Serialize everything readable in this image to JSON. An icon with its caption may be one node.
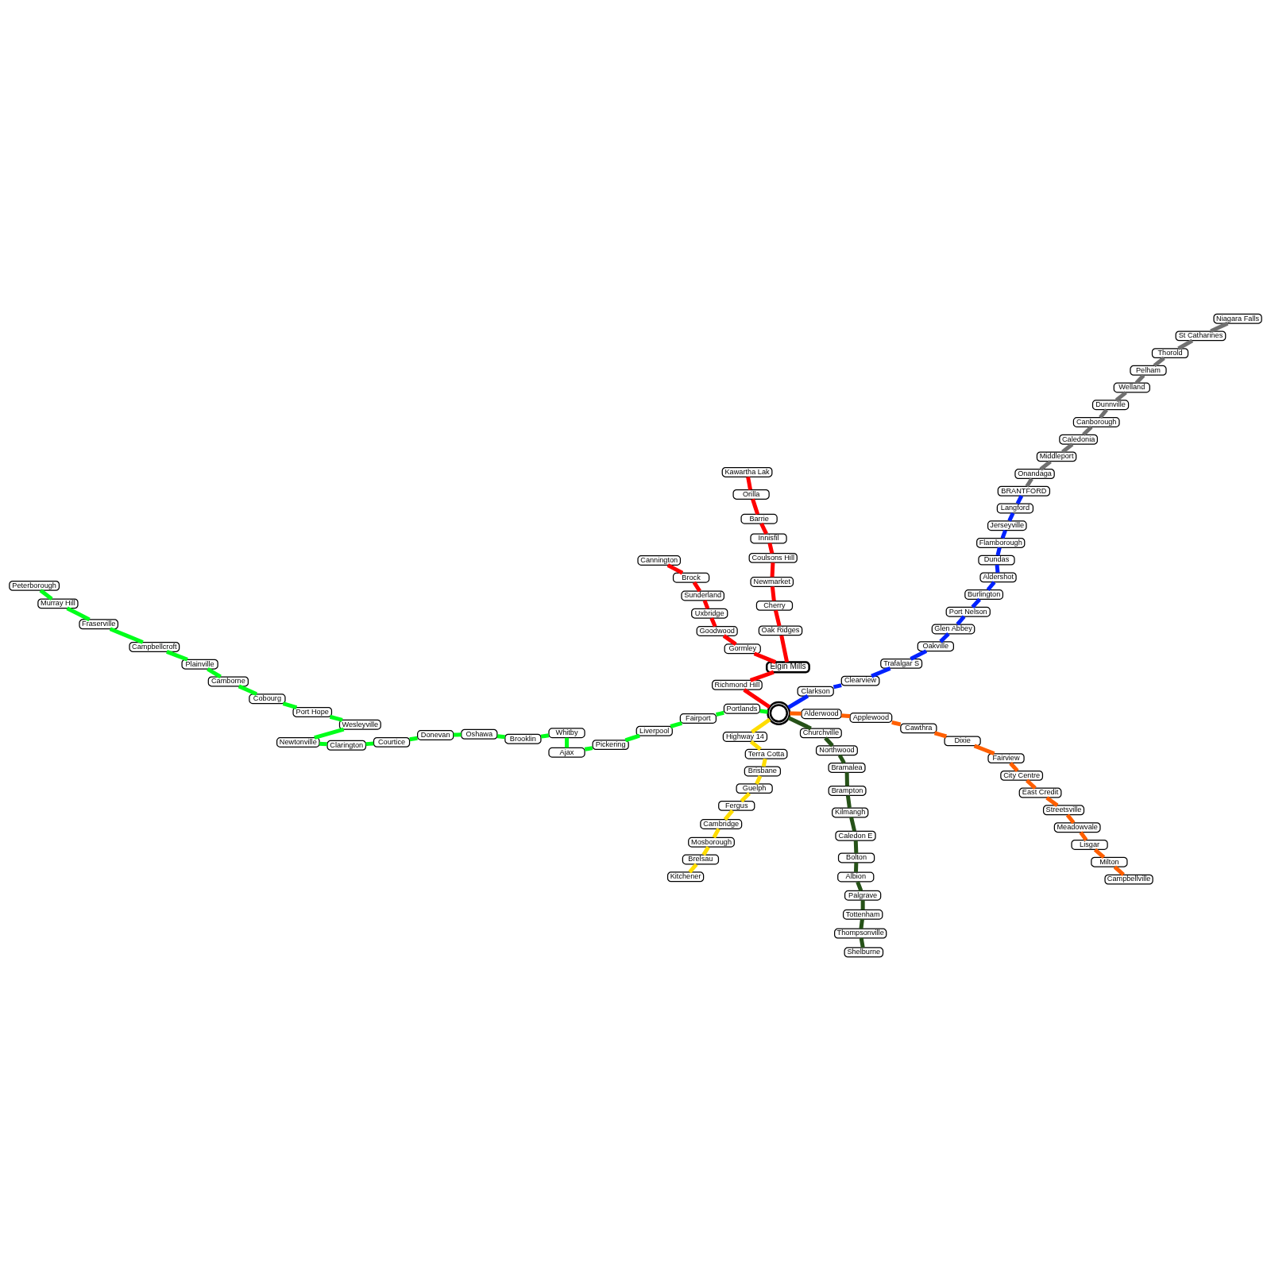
{
  "diagram": {
    "nodes": [
      {
        "text": [],
        "shape": "circle"
      },
      {
        "text": [
          "Kitchener"
        ]
      },
      {
        "text": [
          "Brelsau"
        ]
      },
      {
        "text": [
          "Mosborough"
        ]
      },
      {
        "text": [
          "Cambridge"
        ]
      },
      {
        "text": [
          "Fergus"
        ]
      },
      {
        "text": [
          "Guelph"
        ]
      },
      {
        "text": [
          "Brisbane"
        ]
      },
      {
        "text": [
          "Terra Cotta"
        ]
      },
      {
        "text": [
          "Highway 14"
        ]
      },
      {
        "text": [
          "Shelburne"
        ]
      },
      {
        "text": [
          "Thompsonville"
        ]
      },
      {
        "text": [
          "Tottenham"
        ]
      },
      {
        "text": [
          "Palgrave"
        ]
      },
      {
        "text": [
          "Albion"
        ]
      },
      {
        "text": [
          "Bolton"
        ]
      },
      {
        "text": [
          "Caledon E"
        ]
      },
      {
        "text": [
          "Kilmangh"
        ]
      },
      {
        "text": [
          "Brampton"
        ]
      },
      {
        "text": [
          "Bramalea"
        ]
      },
      {
        "text": [
          "Northwood"
        ]
      },
      {
        "text": [
          "Churchville"
        ]
      },
      {
        "text": [
          "Campbellville"
        ]
      },
      {
        "text": [
          "Milton"
        ]
      },
      {
        "text": [
          "Lisgar"
        ]
      },
      {
        "text": [
          "Meadowvale"
        ]
      },
      {
        "text": [
          "Streetsville"
        ]
      },
      {
        "text": [
          "East Credit"
        ]
      },
      {
        "text": [
          "City Centre"
        ]
      },
      {
        "text": [
          "Fairview"
        ]
      },
      {
        "text": [
          "Dixie"
        ]
      },
      {
        "text": [
          "Cawthra"
        ]
      },
      {
        "text": [
          "Applewood"
        ]
      },
      {
        "text": [
          "Alderwood"
        ]
      },
      {
        "text": [
          "BRANTFORD"
        ]
      },
      {
        "text": [
          "Langford"
        ]
      },
      {
        "text": [
          "Jerseyville"
        ]
      },
      {
        "text": [
          "Flamborough"
        ]
      },
      {
        "text": [
          "Dundas"
        ]
      },
      {
        "text": [
          "Aldershot"
        ]
      },
      {
        "text": [
          "Burlington"
        ]
      },
      {
        "text": [
          "Port Nelson"
        ]
      },
      {
        "text": [
          "Glen Abbey"
        ]
      },
      {
        "text": [
          "Oakville"
        ]
      },
      {
        "text": [
          "Trafalgar S"
        ]
      },
      {
        "text": [
          "Clearview"
        ]
      },
      {
        "text": [
          "Clarkson"
        ]
      },
      {
        "text": [
          "Onandaga"
        ]
      },
      {
        "text": [
          "Middleport"
        ]
      },
      {
        "text": [
          "Caledonia"
        ]
      },
      {
        "text": [
          "Canborough"
        ]
      },
      {
        "text": [
          "Dunnville"
        ]
      },
      {
        "text": [
          "Welland"
        ]
      },
      {
        "text": [
          "Pelham"
        ]
      },
      {
        "text": [
          "Thorold"
        ]
      },
      {
        "text": [
          "St Catharines"
        ]
      },
      {
        "text": [
          "Niagara Falls"
        ]
      },
      {
        "text": [
          "Richmond Hill"
        ]
      },
      {
        "text": [
          "Elgin Mills"
        ]
      },
      {
        "text": [
          "Oak Ridges"
        ]
      },
      {
        "text": [
          "Cherry"
        ]
      },
      {
        "text": [
          "Newmarket"
        ]
      },
      {
        "text": [
          "Coulsons Hill"
        ]
      },
      {
        "text": [
          "Innisfil"
        ]
      },
      {
        "text": [
          "Barrie"
        ]
      },
      {
        "text": [
          "Orilla"
        ]
      },
      {
        "text": [
          "Kawartha Lak"
        ]
      },
      {
        "text": [
          "Gormley"
        ]
      },
      {
        "text": [
          "Goodwood"
        ]
      },
      {
        "text": [
          "Uxbridge"
        ]
      },
      {
        "text": [
          "Sunderland"
        ]
      },
      {
        "text": [
          "Brock"
        ]
      },
      {
        "text": [
          "Cannington"
        ]
      },
      {
        "text": [
          "Portlands"
        ]
      },
      {
        "text": [
          "Fairport"
        ]
      },
      {
        "text": [
          "Liverpool"
        ]
      },
      {
        "text": [
          "Pickering"
        ]
      },
      {
        "text": [
          "Ajax"
        ]
      },
      {
        "text": [
          "Whitby"
        ]
      },
      {
        "text": [
          "Brooklin"
        ]
      },
      {
        "text": [
          "Oshawa"
        ]
      },
      {
        "text": [
          "Donevan"
        ]
      },
      {
        "text": [
          "Courtice"
        ]
      },
      {
        "text": [
          "Clarington"
        ]
      },
      {
        "text": [
          "Newtonville"
        ]
      },
      {
        "text": [
          "Wesleyville"
        ]
      },
      {
        "text": [
          "Port Hope"
        ]
      },
      {
        "text": [
          "Cobourg"
        ]
      },
      {
        "text": [
          "Camborne"
        ]
      },
      {
        "text": [
          "Plainville"
        ]
      },
      {
        "text": [
          "Campbellcroft"
        ]
      },
      {
        "text": [
          "Fraserville"
        ]
      },
      {
        "text": [
          "Murray Hill"
        ]
      },
      {
        "text": [
          "Peterborough"
        ]
      }
    ],
    "edges": [
      {
        "from": 1,
        "to": 2,
        "arrow": "none",
        "color": "#ffdd00"
      },
      {
        "from": 2,
        "to": 3,
        "arrow": "none",
        "color": "#ffdd00"
      },
      {
        "from": 3,
        "to": 4,
        "arrow": "none",
        "color": "#ffdd00"
      },
      {
        "from": 4,
        "to": 5,
        "arrow": "none",
        "color": "#ffdd00"
      },
      {
        "from": 5,
        "to": 6,
        "arrow": "none",
        "color": "#ffdd00"
      },
      {
        "from": 6,
        "to": 7,
        "arrow": "none",
        "color": "#ffdd00"
      },
      {
        "from": 7,
        "to": 8,
        "arrow": "none",
        "color": "#ffdd00"
      },
      {
        "from": 8,
        "to": 9,
        "arrow": "none",
        "color": "#ffdd00"
      },
      {
        "from": 9,
        "to": 0,
        "arrow": "none",
        "color": "#ffdd00"
      },
      {
        "from": 10,
        "to": 11,
        "arrow": "none",
        "color": "#265218"
      },
      {
        "from": 11,
        "to": 12,
        "arrow": "none",
        "color": "#265218"
      },
      {
        "from": 12,
        "to": 13,
        "arrow": "none",
        "color": "#265218"
      },
      {
        "from": 13,
        "to": 14,
        "arrow": "none",
        "color": "#265218"
      },
      {
        "from": 14,
        "to": 15,
        "arrow": "none",
        "color": "#265218"
      },
      {
        "from": 15,
        "to": 16,
        "arrow": "none",
        "color": "#265218"
      },
      {
        "from": 16,
        "to": 17,
        "arrow": "none",
        "color": "#265218"
      },
      {
        "from": 17,
        "to": 18,
        "arrow": "none",
        "color": "#265218"
      },
      {
        "from": 18,
        "to": 19,
        "arrow": "none",
        "color": "#265218"
      },
      {
        "from": 19,
        "to": 20,
        "arrow": "none",
        "color": "#265218"
      },
      {
        "from": 20,
        "to": 21,
        "arrow": "none",
        "color": "#265218"
      },
      {
        "from": 21,
        "to": 0,
        "arrow": "none",
        "color": "#265218"
      },
      {
        "from": 22,
        "to": 23,
        "arrow": "none",
        "color": "#ff5f00"
      },
      {
        "from": 23,
        "to": 24,
        "arrow": "none",
        "color": "#ff5f00"
      },
      {
        "from": 24,
        "to": 25,
        "arrow": "none",
        "color": "#ff5f00"
      },
      {
        "from": 25,
        "to": 26,
        "arrow": "none",
        "color": "#ff5f00"
      },
      {
        "from": 26,
        "to": 27,
        "arrow": "none",
        "color": "#ff5f00"
      },
      {
        "from": 27,
        "to": 28,
        "arrow": "none",
        "color": "#ff5f00"
      },
      {
        "from": 28,
        "to": 29,
        "arrow": "none",
        "color": "#ff5f00"
      },
      {
        "from": 29,
        "to": 30,
        "arrow": "none",
        "color": "#ff5f00"
      },
      {
        "from": 30,
        "to": 31,
        "arrow": "none",
        "color": "#ff5f00"
      },
      {
        "from": 31,
        "to": 32,
        "arrow": "none",
        "color": "#ff5f00"
      },
      {
        "from": 32,
        "to": 33,
        "arrow": "none",
        "color": "#ff5f00"
      },
      {
        "from": 33,
        "to": 0,
        "arrow": "none",
        "color": "#ff5f00"
      },
      {
        "from": 34,
        "to": 35,
        "arrow": "none",
        "color": "#0022ff"
      },
      {
        "from": 35,
        "to": 36,
        "arrow": "none",
        "color": "#0022ff"
      },
      {
        "from": 36,
        "to": 37,
        "arrow": "none",
        "color": "#0022ff"
      },
      {
        "from": 37,
        "to": 38,
        "arrow": "none",
        "color": "#0022ff"
      },
      {
        "from": 38,
        "to": 39,
        "arrow": "none",
        "color": "#0022ff"
      },
      {
        "from": 39,
        "to": 40,
        "arrow": "none",
        "color": "#0022ff"
      },
      {
        "from": 40,
        "to": 41,
        "arrow": "none",
        "color": "#0022ff"
      },
      {
        "from": 41,
        "to": 42,
        "arrow": "none",
        "color": "#0022ff"
      },
      {
        "from": 42,
        "to": 43,
        "arrow": "none",
        "color": "#0022ff"
      },
      {
        "from": 43,
        "to": 44,
        "arrow": "none",
        "color": "#0022ff"
      },
      {
        "from": 44,
        "to": 45,
        "arrow": "none",
        "color": "#0022ff"
      },
      {
        "from": 45,
        "to": 46,
        "arrow": "none",
        "color": "#0022ff"
      },
      {
        "from": 46,
        "to": 0,
        "arrow": "none",
        "color": "#0022ff"
      },
      {
        "from": 34,
        "to": 47,
        "arrow": "none",
        "color": "#707070"
      },
      {
        "from": 47,
        "to": 48,
        "arrow": "none",
        "color": "#707070"
      },
      {
        "from": 48,
        "to": 49,
        "arrow": "none",
        "color": "#707070"
      },
      {
        "from": 49,
        "to": 50,
        "arrow": "none",
        "color": "#707070"
      },
      {
        "from": 50,
        "to": 51,
        "arrow": "none",
        "color": "#707070"
      },
      {
        "from": 51,
        "to": 52,
        "arrow": "none",
        "color": "#707070"
      },
      {
        "from": 52,
        "to": 53,
        "arrow": "none",
        "color": "#707070"
      },
      {
        "from": 53,
        "to": 54,
        "arrow": "none",
        "color": "#707070"
      },
      {
        "from": 54,
        "to": 55,
        "arrow": "none",
        "color": "#707070"
      },
      {
        "from": 55,
        "to": 56,
        "arrow": "none",
        "color": "#707070"
      },
      {
        "from": 0,
        "to": 57,
        "arrow": "none",
        "color": "#ff0000"
      },
      {
        "from": 57,
        "to": 58,
        "arrow": "none",
        "color": "#ff0000"
      },
      {
        "from": 58,
        "to": 59,
        "arrow": "none",
        "color": "#ff0000"
      },
      {
        "from": 59,
        "to": 60,
        "arrow": "none",
        "color": "#ff0000"
      },
      {
        "from": 60,
        "to": 61,
        "arrow": "none",
        "color": "#ff0000"
      },
      {
        "from": 61,
        "to": 62,
        "arrow": "none",
        "color": "#ff0000"
      },
      {
        "from": 62,
        "to": 63,
        "arrow": "none",
        "color": "#ff0000"
      },
      {
        "from": 63,
        "to": 64,
        "arrow": "none",
        "color": "#ff0000"
      },
      {
        "from": 64,
        "to": 65,
        "arrow": "none",
        "color": "#ff0000"
      },
      {
        "from": 65,
        "to": 66,
        "arrow": "none",
        "color": "#ff0000"
      },
      {
        "from": 58,
        "to": 67,
        "arrow": "none",
        "color": "#ff0000"
      },
      {
        "from": 67,
        "to": 68,
        "arrow": "none",
        "color": "#ff0000"
      },
      {
        "from": 68,
        "to": 69,
        "arrow": "none",
        "color": "#ff0000"
      },
      {
        "from": 69,
        "to": 70,
        "arrow": "none",
        "color": "#ff0000"
      },
      {
        "from": 70,
        "to": 71,
        "arrow": "none",
        "color": "#ff0000"
      },
      {
        "from": 71,
        "to": 72,
        "arrow": "none",
        "color": "#ff0000"
      },
      {
        "from": 0,
        "to": 73,
        "arrow": "none"
      },
      {
        "from": 73,
        "to": 74,
        "arrow": "none"
      },
      {
        "from": 74,
        "to": 75,
        "arrow": "none"
      },
      {
        "from": 75,
        "to": 76,
        "arrow": "none"
      },
      {
        "from": 76,
        "to": 77,
        "arrow": "none"
      },
      {
        "from": 77,
        "to": 78,
        "arrow": "none"
      },
      {
        "from": 78,
        "to": 79,
        "arrow": "none"
      },
      {
        "from": 79,
        "to": 80,
        "arrow": "none"
      },
      {
        "from": 80,
        "to": 81,
        "arrow": "none"
      },
      {
        "from": 81,
        "to": 82,
        "arrow": "none"
      },
      {
        "from": 82,
        "to": 83,
        "arrow": "none"
      },
      {
        "from": 83,
        "to": 84,
        "arrow": "none"
      },
      {
        "from": 84,
        "to": 85,
        "arrow": "none"
      },
      {
        "from": 85,
        "to": 86,
        "arrow": "none"
      },
      {
        "from": 86,
        "to": 87,
        "arrow": "none"
      },
      {
        "from": 87,
        "to": 88,
        "arrow": "none"
      },
      {
        "from": 88,
        "to": 89,
        "arrow": "none"
      },
      {
        "from": 89,
        "to": 90,
        "arrow": "none"
      },
      {
        "from": 90,
        "to": 91,
        "arrow": "none"
      },
      {
        "from": 91,
        "to": 92,
        "arrow": "none"
      },
      {
        "from": 92,
        "to": 93,
        "arrow": "none"
      }
    ]
  }
}
